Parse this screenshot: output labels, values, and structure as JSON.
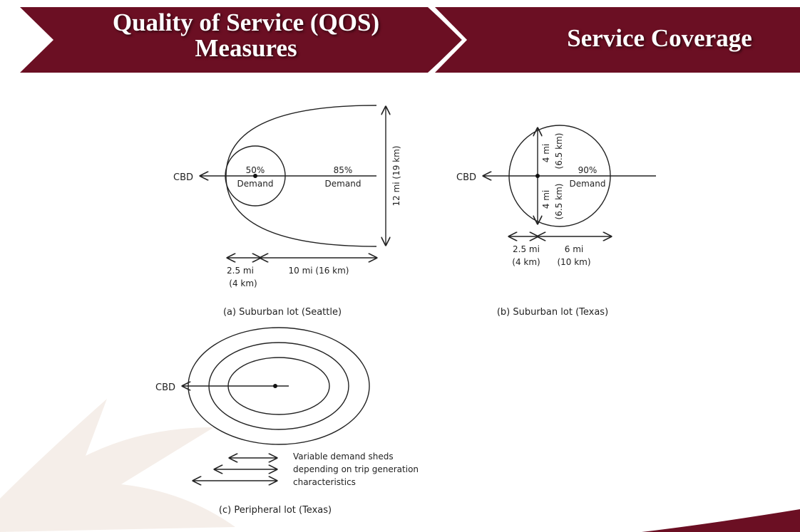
{
  "header": {
    "left_title_line1": "Quality of Service (QOS)",
    "left_title_line2": "Measures",
    "right_title": "Service Coverage"
  },
  "colors": {
    "header_bg": "#6b0f23",
    "swoosh": "#f3ebe6"
  },
  "diagram_a": {
    "cbd": "CBD",
    "inner_pct": "50%",
    "inner_label": "Demand",
    "outer_pct": "85%",
    "outer_label": "Demand",
    "height_dim": "12 mi (19 km)",
    "dist1_line1": "2.5 mi",
    "dist1_line2": "(4 km)",
    "dist2": "10 mi (16 km)",
    "caption": "(a) Suburban lot (Seattle)"
  },
  "diagram_b": {
    "cbd": "CBD",
    "up_dim_line1": "4 mi",
    "up_dim_line2": "(6.5 km)",
    "down_dim_line1": "4 mi",
    "down_dim_line2": "(6.5 km)",
    "pct": "90%",
    "label": "Demand",
    "dist1_line1": "2.5 mi",
    "dist1_line2": "(4 km)",
    "dist2_line1": "6 mi",
    "dist2_line2": "(10 km)",
    "caption": "(b) Suburban lot (Texas)"
  },
  "diagram_c": {
    "cbd": "CBD",
    "note_line1": "Variable demand sheds",
    "note_line2": "depending on trip generation",
    "note_line3": "characteristics",
    "caption": "(c) Peripheral lot (Texas)"
  }
}
